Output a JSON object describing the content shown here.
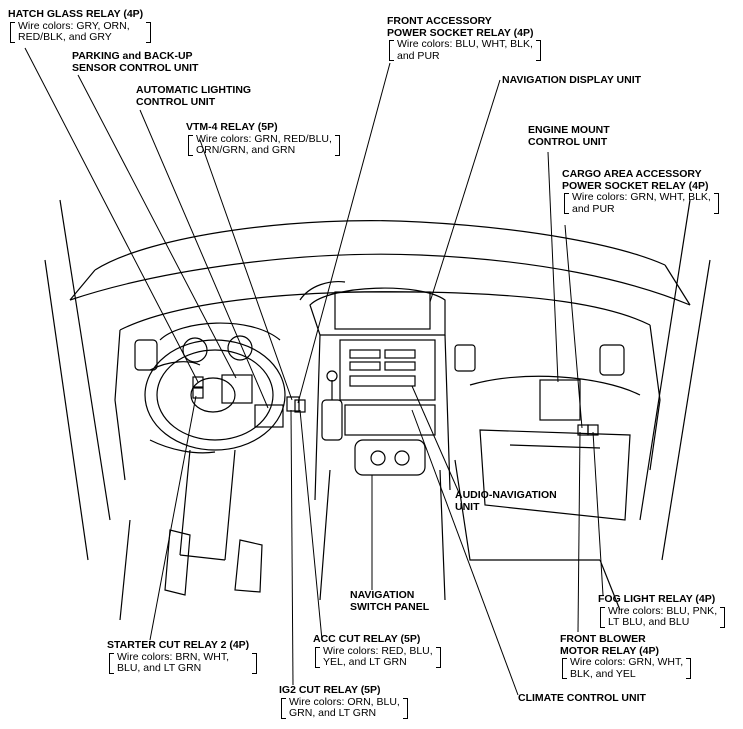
{
  "labels": {
    "hatch_glass": {
      "title": "HATCH GLASS RELAY (4P)",
      "wire1": "Wire colors: GRY, ORN,",
      "wire2": "RED/BLK, and GRY"
    },
    "parking": {
      "title1": "PARKING and BACK-UP",
      "title2": "SENSOR CONTROL UNIT"
    },
    "auto_lighting": {
      "title1": "AUTOMATIC LIGHTING",
      "title2": "CONTROL UNIT"
    },
    "vtm4": {
      "title": "VTM-4 RELAY (5P)",
      "wire1": "Wire colors: GRN, RED/BLU,",
      "wire2": "ORN/GRN, and GRN"
    },
    "front_accessory": {
      "title1": "FRONT ACCESSORY",
      "title2": "POWER SOCKET RELAY (4P)",
      "wire1": "Wire colors: BLU, WHT, BLK,",
      "wire2": "and PUR"
    },
    "nav_display": {
      "title": "NAVIGATION DISPLAY UNIT"
    },
    "engine_mount": {
      "title1": "ENGINE MOUNT",
      "title2": "CONTROL UNIT"
    },
    "cargo_area": {
      "title1": "CARGO AREA ACCESSORY",
      "title2": "POWER SOCKET RELAY (4P)",
      "wire1": "Wire colors: GRN, WHT, BLK,",
      "wire2": "and PUR"
    },
    "audio_nav": {
      "title1": "AUDIO-NAVIGATION",
      "title2": "UNIT"
    },
    "nav_switch": {
      "title1": "NAVIGATION",
      "title2": "SWITCH PANEL"
    },
    "fog_light": {
      "title": "FOG LIGHT RELAY (4P)",
      "wire1": "Wire colors: BLU, PNK,",
      "wire2": "LT BLU, and BLU"
    },
    "front_blower": {
      "title1": "FRONT BLOWER",
      "title2": "MOTOR RELAY (4P)",
      "wire1": "Wire colors: GRN, WHT,",
      "wire2": "BLK, and YEL"
    },
    "starter_cut": {
      "title": "STARTER CUT RELAY 2 (4P)",
      "wire1": "Wire colors: BRN, WHT,",
      "wire2": "BLU, and LT GRN"
    },
    "acc_cut": {
      "title": "ACC CUT RELAY (5P)",
      "wire1": "Wire colors: RED, BLU,",
      "wire2": "YEL, and LT GRN"
    },
    "ig2_cut": {
      "title": "IG2 CUT RELAY (5P)",
      "wire1": "Wire colors: ORN, BLU,",
      "wire2": "GRN, and LT GRN"
    },
    "climate": {
      "title": "CLIMATE CONTROL UNIT"
    }
  }
}
